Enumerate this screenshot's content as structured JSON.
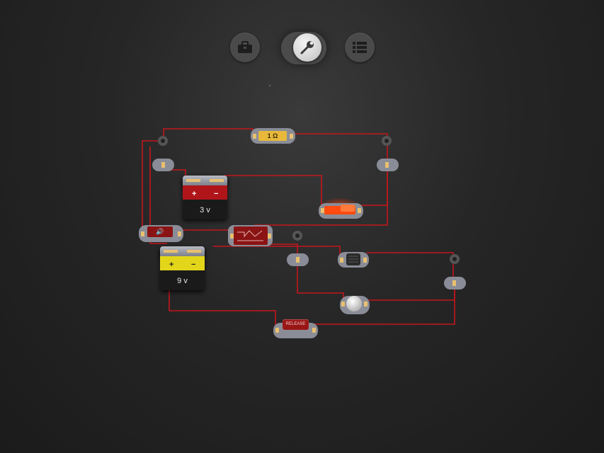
{
  "toolbar": {
    "buttons": [
      {
        "name": "toolbox-button",
        "icon": "toolbox-icon",
        "active": false
      },
      {
        "name": "wrench-button",
        "icon": "wrench-icon",
        "active": true
      },
      {
        "name": "list-button",
        "icon": "list-icon",
        "active": false
      }
    ]
  },
  "components": {
    "resistor": {
      "label": "1 Ω"
    },
    "battery_3v": {
      "label": "3 v",
      "plus": "+",
      "minus": "−"
    },
    "battery_9v": {
      "label": "9 v",
      "plus": "+",
      "minus": "−"
    },
    "buzzer": {
      "icon": "speaker-icon",
      "glyph": "🔊"
    },
    "release_button": {
      "label": "RELEASE"
    }
  },
  "colors": {
    "wire": "#c4161c",
    "pad": "#8a8d97",
    "battery_3v_band": "#b0151a",
    "battery_9v_band": "#e3d61a",
    "resistor_band": "#e7b83a",
    "switch_glow": "#ff4a10"
  }
}
